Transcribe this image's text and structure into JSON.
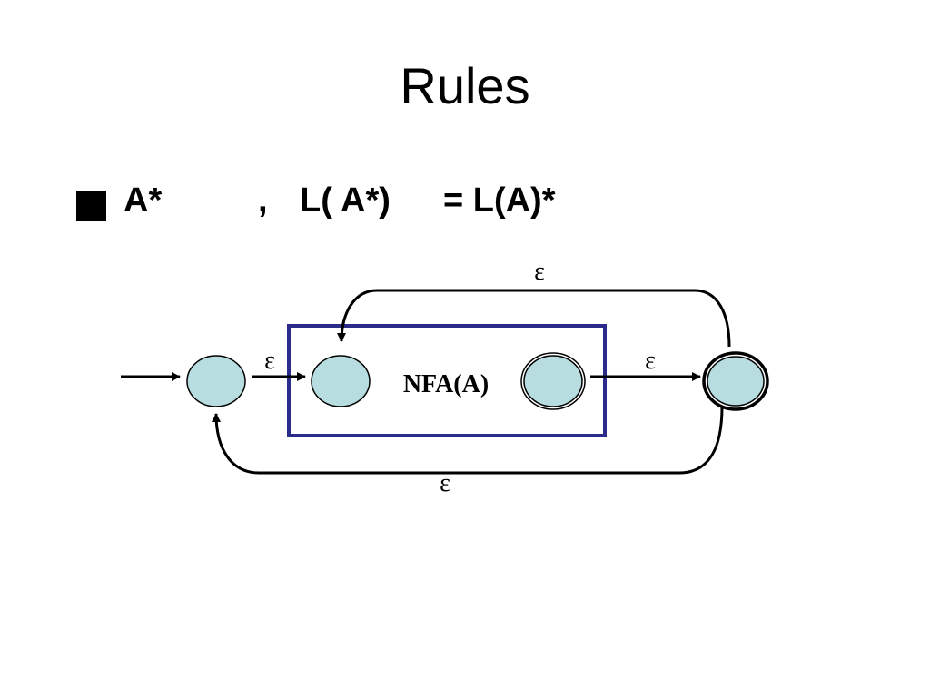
{
  "slide": {
    "title": "Rules",
    "bullet": {
      "expr": "A*",
      "comma": ",",
      "language": "L( A*)",
      "equals": "= L(A)*"
    }
  },
  "diagram": {
    "box_label": "NFA(A)",
    "epsilon_labels": {
      "top_loop": "ε",
      "start_to_nfa": "ε",
      "nfa_to_final": "ε",
      "bottom_loop": "ε"
    },
    "colors": {
      "state_fill": "#b8dde0",
      "box_border": "#2b2b8c",
      "line": "#000000"
    }
  }
}
